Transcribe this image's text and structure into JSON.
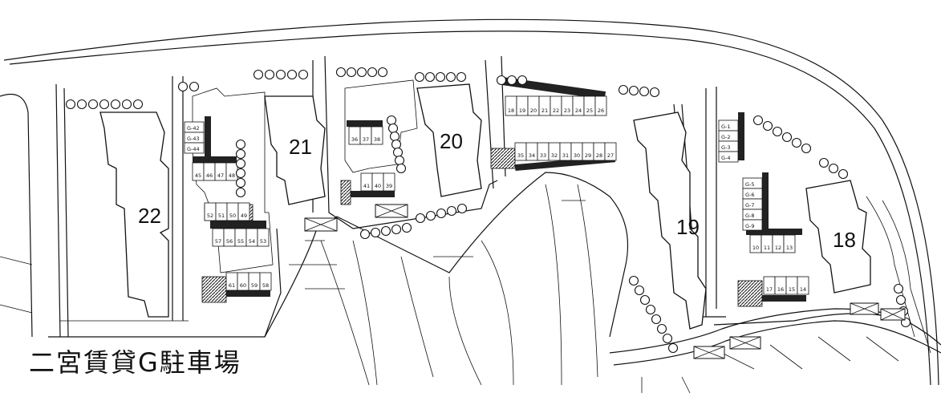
{
  "title": "二宮賃貸G駐車場",
  "buildings": [
    "22",
    "21",
    "20",
    "19",
    "18"
  ],
  "parking_labels": {
    "g_row_a": [
      "G-42",
      "G-43",
      "G-44"
    ],
    "row_45_48": [
      "45",
      "46",
      "47",
      "48"
    ],
    "row_49_52": [
      "52",
      "51",
      "50",
      "49"
    ],
    "row_53_57": [
      "57",
      "56",
      "55",
      "54",
      "53"
    ],
    "row_58_61": [
      "61",
      "60",
      "59",
      "58"
    ],
    "row_35_39": [
      "36",
      "37",
      "38"
    ],
    "row_39_41": [
      "41",
      "40",
      "39"
    ],
    "row_18_26": [
      "18",
      "19",
      "20",
      "21",
      "22",
      "23",
      "24",
      "25",
      "26"
    ],
    "row_27_35": [
      "35",
      "34",
      "33",
      "32",
      "31",
      "30",
      "29",
      "28",
      "27"
    ],
    "g_row_b": [
      "G-1",
      "G-2",
      "G-3",
      "G-4"
    ],
    "g_row_c": [
      "G-5",
      "G-6",
      "G-7",
      "G-8",
      "G-9"
    ],
    "row_10_13": [
      "10",
      "11",
      "12",
      "13"
    ],
    "row_14_17": [
      "17",
      "16",
      "15",
      "14"
    ]
  },
  "icons": {
    "tree": "tree-icon",
    "entrance": "x-marker-icon"
  }
}
